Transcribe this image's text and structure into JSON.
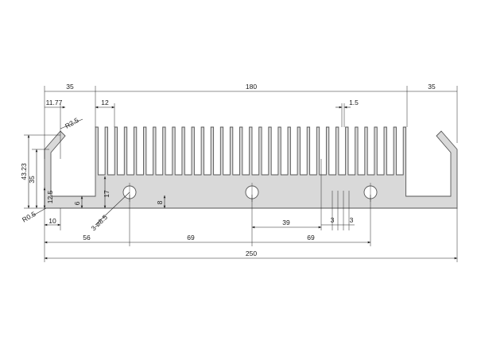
{
  "dimensions": {
    "left_base": "35",
    "top_span": "180",
    "right_base": "35",
    "wall_thickness": "11.77",
    "fin_pitch": "12",
    "fin_thickness": "1.5",
    "radius_top": "R2.5",
    "wall_height_total": "43.23",
    "wall_height": "35",
    "foot_height": "12.5",
    "radius_foot": "R0.5",
    "foot_width": "10",
    "base_thickness": "6",
    "fin_root": "17",
    "base_height": "8",
    "holes": "3-⌀8.5",
    "hole1_offset": "56",
    "hole_spacing_a": "69",
    "hole_spacing_b": "69",
    "gap_39": "39",
    "slot_a": "3",
    "slot_b": "3",
    "overall_width": "250"
  },
  "colors": {
    "profile_fill": "#d9d9d9",
    "profile_stroke": "#555555",
    "dim_line": "#222222"
  }
}
